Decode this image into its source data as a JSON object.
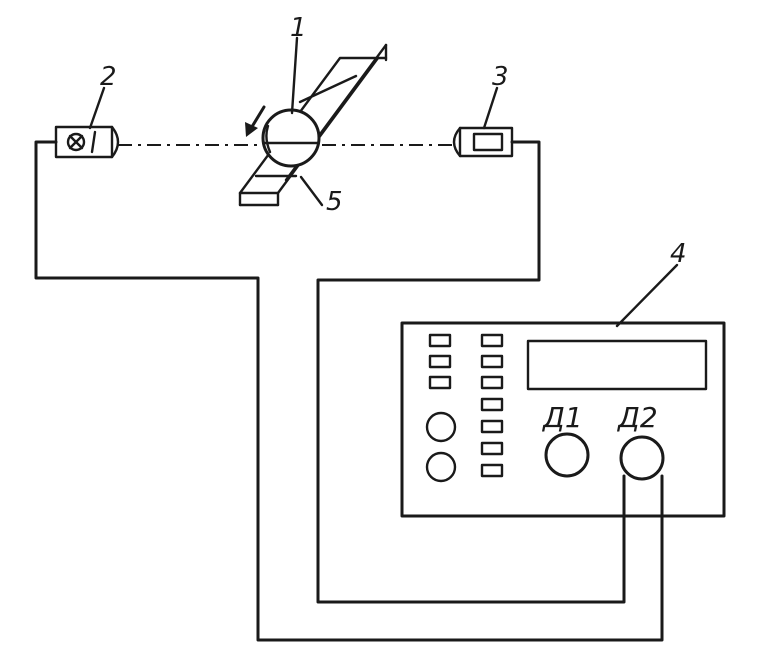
{
  "labels": {
    "sample": "1",
    "light_source": "2",
    "photodetector": "3",
    "measuring_instrument": "4",
    "guide_rail": "5"
  },
  "instrument": {
    "socket_1": "Д1",
    "socket_2": "Д2"
  },
  "colors": {
    "ink": "#1a1a1a",
    "paper": "#ffffff"
  }
}
